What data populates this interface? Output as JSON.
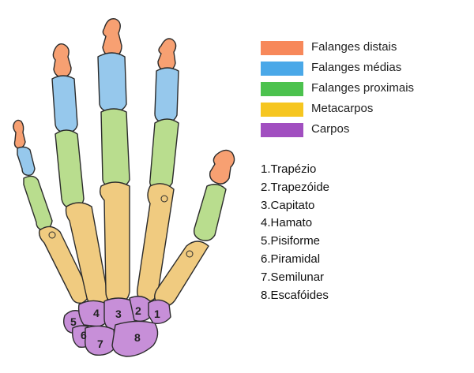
{
  "colors": {
    "distal": "#F7A072",
    "medial": "#96C8EC",
    "proximal": "#B9DD8E",
    "metacarpal": "#F0CB80",
    "carpal": "#C78FD8",
    "outline": "#2b2b2b"
  },
  "legend": [
    {
      "label": "Falanges distais",
      "color": "#F7885A",
      "icon": "distal-phalanges-swatch"
    },
    {
      "label": "Falanges médias",
      "color": "#4AA8E8",
      "icon": "middle-phalanges-swatch"
    },
    {
      "label": "Falanges proximais",
      "color": "#4CC24E",
      "icon": "proximal-phalanges-swatch"
    },
    {
      "label": "Metacarpos",
      "color": "#F6C620",
      "icon": "metacarpals-swatch"
    },
    {
      "label": "Carpos",
      "color": "#A14FC0",
      "icon": "carpals-swatch"
    }
  ],
  "carpal_bones": [
    {
      "num": "1.",
      "name": "Trapézio"
    },
    {
      "num": "2.",
      "name": "Trapezóide"
    },
    {
      "num": "3.",
      "name": "Capitato"
    },
    {
      "num": "4.",
      "name": "Hamato"
    },
    {
      "num": "5.",
      "name": "Pisiforme"
    },
    {
      "num": "6.",
      "name": "Piramidal"
    },
    {
      "num": "7.",
      "name": "Semilunar"
    },
    {
      "num": "8.",
      "name": "Escafóides"
    }
  ],
  "diagram_labels": [
    "1",
    "2",
    "3",
    "4",
    "5",
    "6",
    "7",
    "8"
  ]
}
